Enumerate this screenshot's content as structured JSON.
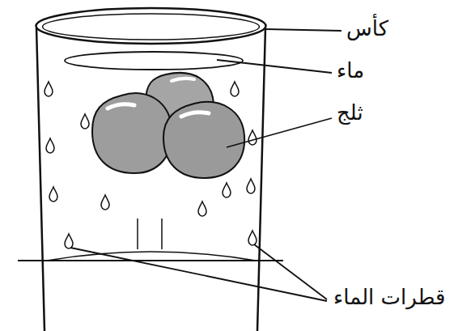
{
  "diagram": {
    "labels": [
      "كأس",
      "ماء",
      "ثلج",
      "قطرات الماء"
    ]
  }
}
